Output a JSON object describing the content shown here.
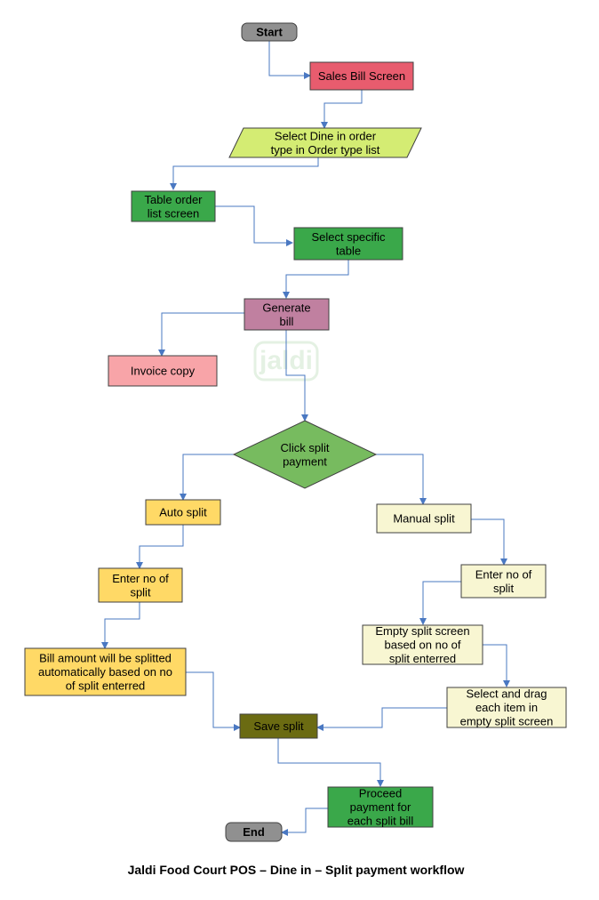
{
  "nodes": {
    "start": {
      "label": [
        "Start"
      ],
      "fill": "#909090"
    },
    "sales_bill": {
      "label": [
        "Sales Bill Screen"
      ],
      "fill": "#e85c6e"
    },
    "select_dine_in": {
      "label": [
        "Select Dine in order",
        "type in Order type list"
      ],
      "fill": "#d4ec73"
    },
    "table_order": {
      "label": [
        "Table order",
        "list screen"
      ],
      "fill": "#3aa84a"
    },
    "select_table": {
      "label": [
        "Select specific",
        "table"
      ],
      "fill": "#3aa84a"
    },
    "generate_bill": {
      "label": [
        "Generate",
        "bill"
      ],
      "fill": "#c080a0"
    },
    "invoice_copy": {
      "label": [
        "Invoice copy"
      ],
      "fill": "#f8a4a8"
    },
    "click_split": {
      "label": [
        "Click split",
        "payment"
      ],
      "fill": "#77bb5f"
    },
    "auto_split": {
      "label": [
        "Auto split"
      ],
      "fill": "#ffd966"
    },
    "auto_enter": {
      "label": [
        "Enter no of",
        "split"
      ],
      "fill": "#ffd966"
    },
    "bill_amount": {
      "label": [
        "Bill amount will be splitted",
        "automatically based on no",
        "of split enterred"
      ],
      "fill": "#ffd966"
    },
    "manual_split": {
      "label": [
        "Manual split"
      ],
      "fill": "#f8f6d2"
    },
    "manual_enter": {
      "label": [
        "Enter no of",
        "split"
      ],
      "fill": "#f8f6d2"
    },
    "empty_split": {
      "label": [
        "Empty split screen",
        "based on no of",
        "split enterred"
      ],
      "fill": "#f8f6d2"
    },
    "select_drag": {
      "label": [
        "Select and drag",
        "each item in",
        "empty split screen"
      ],
      "fill": "#f8f6d2"
    },
    "save_split": {
      "label": [
        "Save split"
      ],
      "fill": "#6b6b12"
    },
    "proceed_payment": {
      "label": [
        "Proceed",
        "payment for",
        "each split bill"
      ],
      "fill": "#3aa84a"
    },
    "end": {
      "label": [
        "End"
      ],
      "fill": "#909090"
    }
  },
  "edges": [
    [
      "start",
      "sales_bill"
    ],
    [
      "sales_bill",
      "select_dine_in"
    ],
    [
      "select_dine_in",
      "table_order"
    ],
    [
      "table_order",
      "select_table"
    ],
    [
      "select_table",
      "generate_bill"
    ],
    [
      "generate_bill",
      "invoice_copy"
    ],
    [
      "generate_bill",
      "click_split"
    ],
    [
      "click_split",
      "auto_split"
    ],
    [
      "click_split",
      "manual_split"
    ],
    [
      "auto_split",
      "auto_enter"
    ],
    [
      "auto_enter",
      "bill_amount"
    ],
    [
      "bill_amount",
      "save_split"
    ],
    [
      "manual_split",
      "manual_enter"
    ],
    [
      "manual_enter",
      "empty_split"
    ],
    [
      "empty_split",
      "select_drag"
    ],
    [
      "select_drag",
      "save_split"
    ],
    [
      "save_split",
      "proceed_payment"
    ],
    [
      "proceed_payment",
      "end"
    ]
  ],
  "watermark": "jaldi",
  "caption": "Jaldi Food Court POS – Dine in – Split payment workflow",
  "colors": {
    "connector": "#4a78c2",
    "border": "#404040"
  }
}
